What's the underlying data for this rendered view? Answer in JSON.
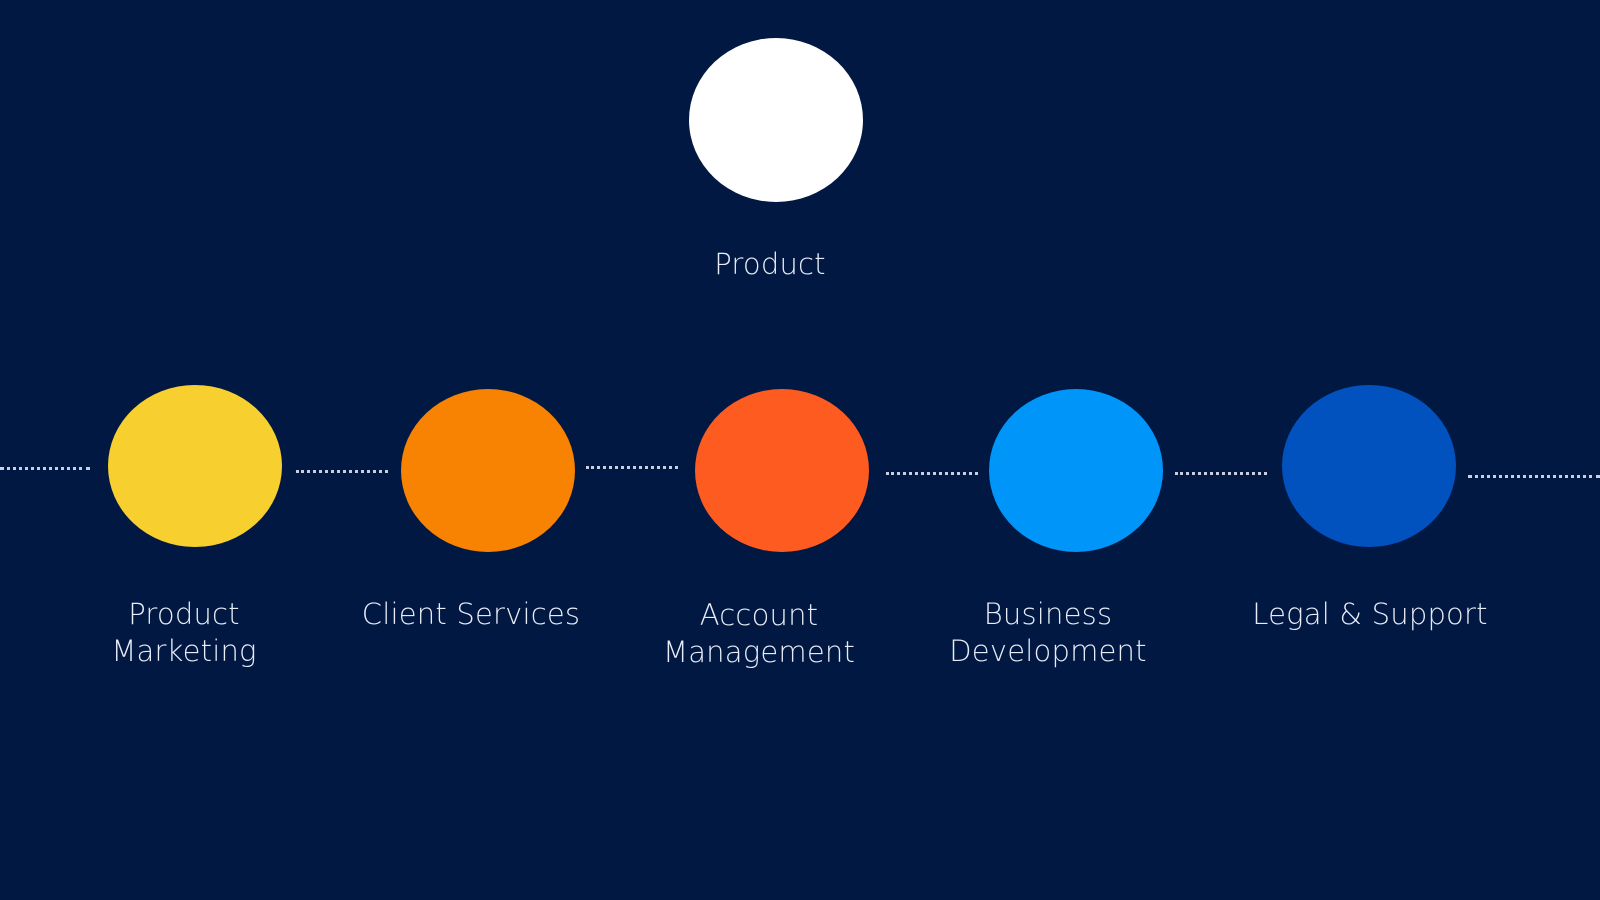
{
  "colors": {
    "background": "#011842",
    "label_text": "#e8ecf6",
    "connector": "#c9cfdf"
  },
  "diagram": {
    "root": {
      "label": "Product",
      "color": "#ffffff"
    },
    "nodes": [
      {
        "label": "Product\nMarketing",
        "color": "#f7d030"
      },
      {
        "label": "Client Services",
        "color": "#f88201"
      },
      {
        "label": "Account\nManagement",
        "color": "#fd5b20"
      },
      {
        "label": "Business\nDevelopment",
        "color": "#0096f9"
      },
      {
        "label": "Legal & Support",
        "color": "#0151bf"
      }
    ]
  }
}
